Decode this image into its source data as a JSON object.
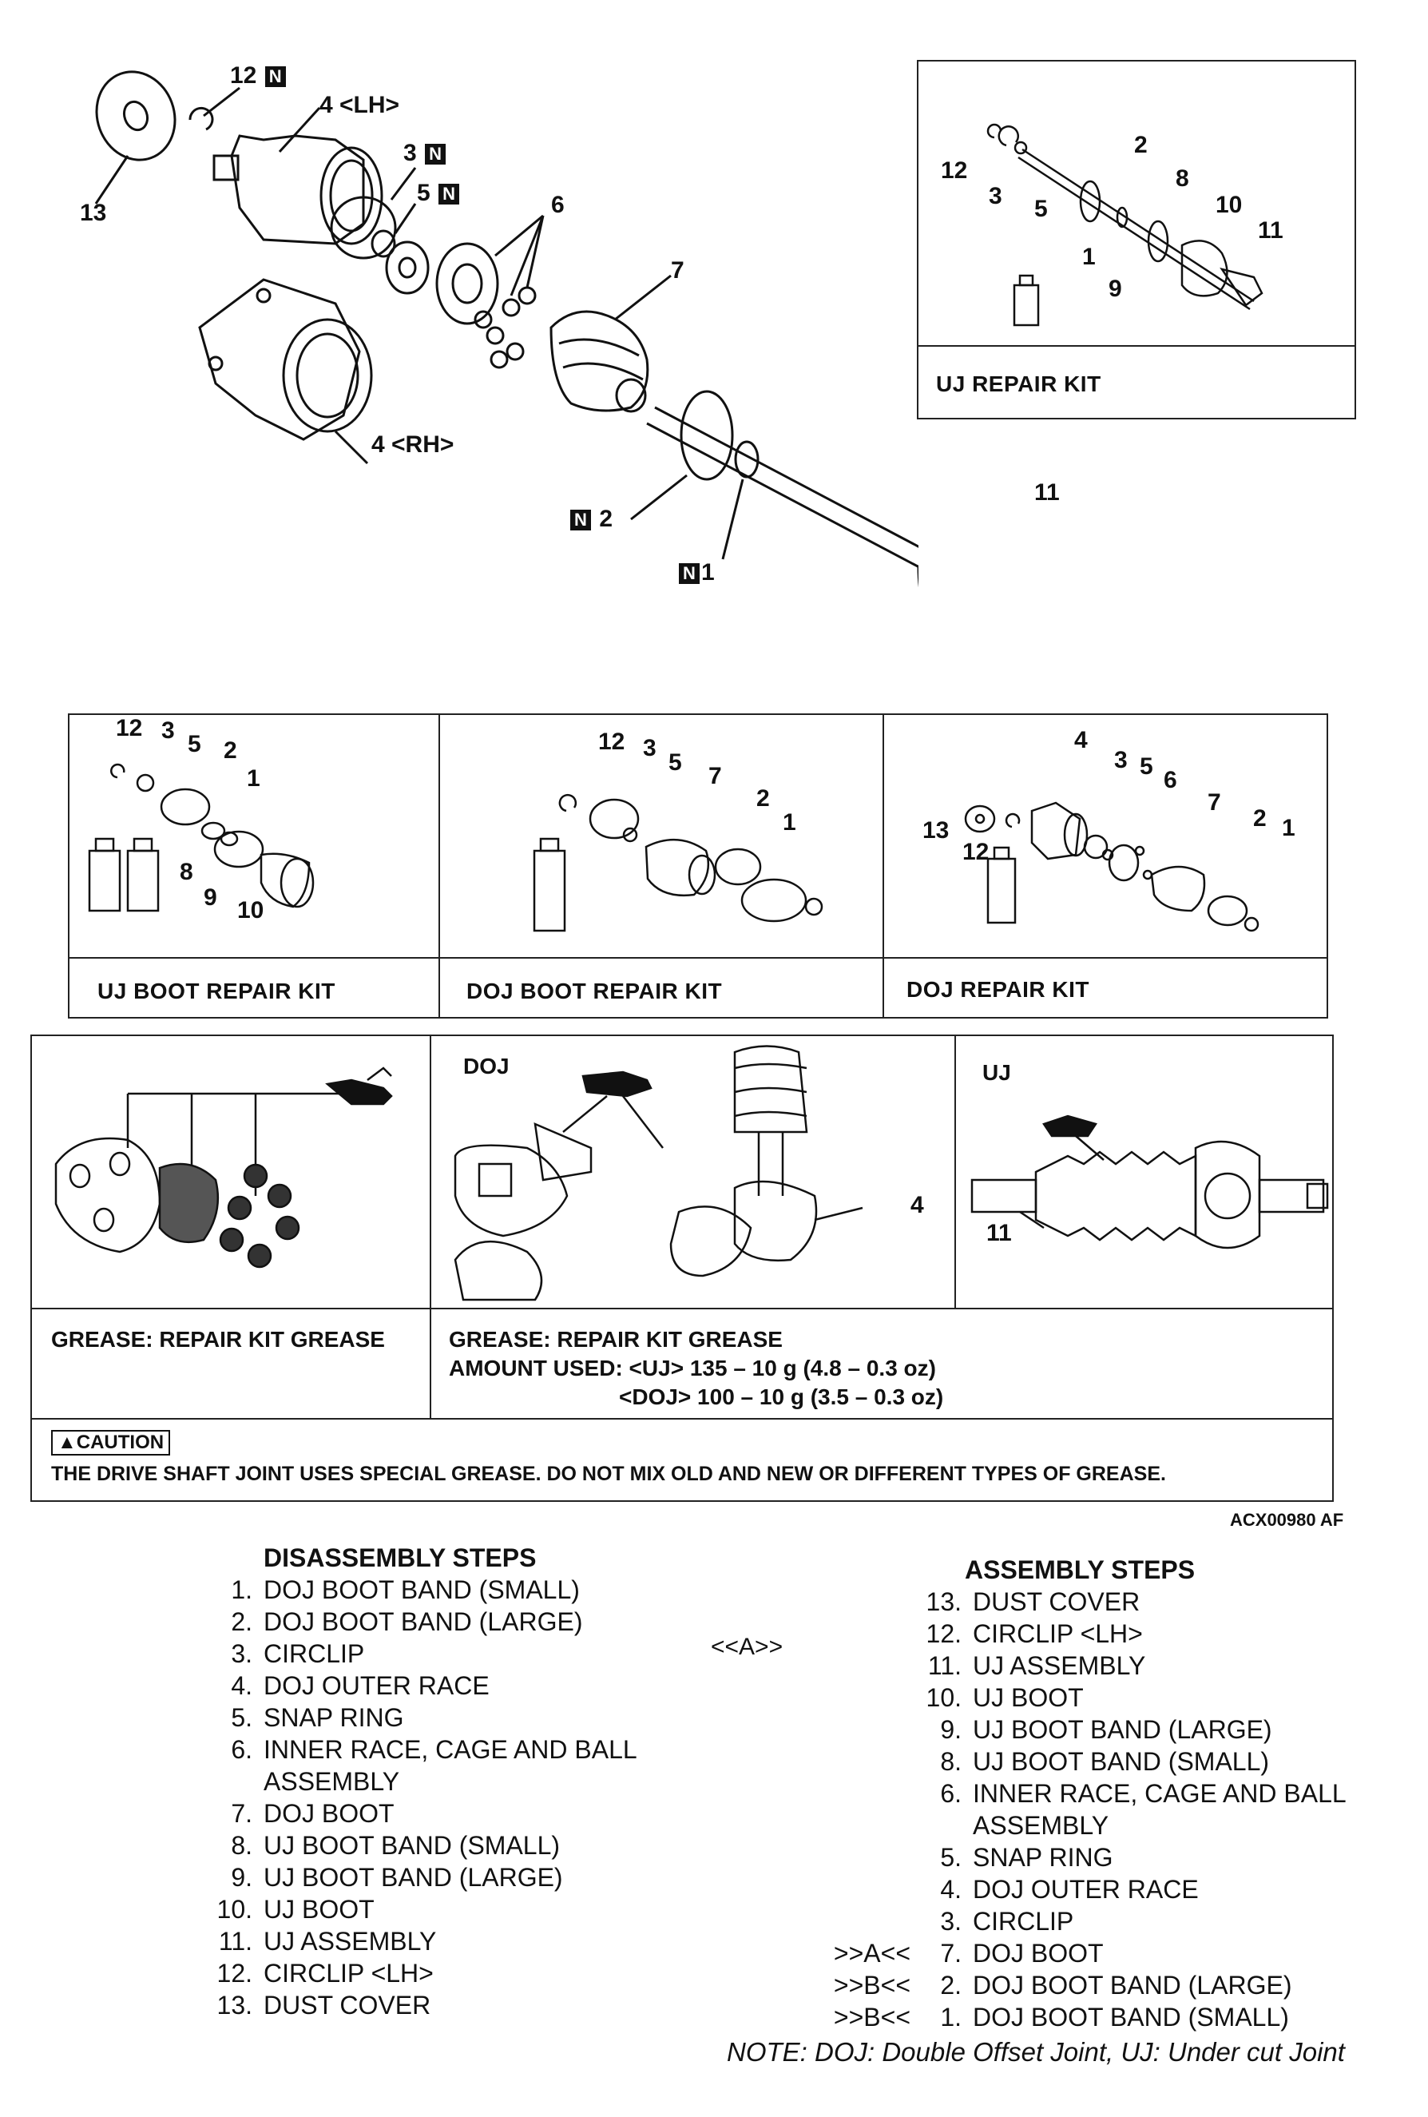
{
  "main_labels": {
    "l13": "13",
    "l12": "12",
    "l4lh": "4 <LH>",
    "l3": "3",
    "l5": "5",
    "l6": "6",
    "l7": "7",
    "l4rh": "4 <RH>",
    "l2": "2",
    "l1": "1",
    "l11": "11",
    "n_mark": "N"
  },
  "uj_kit": {
    "title": "UJ REPAIR KIT",
    "labels": [
      "12",
      "3",
      "5",
      "2",
      "8",
      "1",
      "10",
      "9",
      "11"
    ]
  },
  "kits": [
    {
      "title": "UJ BOOT REPAIR KIT",
      "labels": [
        "12",
        "3",
        "5",
        "2",
        "1",
        "8",
        "9",
        "10"
      ]
    },
    {
      "title": "DOJ BOOT REPAIR KIT",
      "labels": [
        "12",
        "3",
        "5",
        "7",
        "2",
        "1"
      ]
    },
    {
      "title": "DOJ REPAIR KIT",
      "labels": [
        "4",
        "3",
        "5",
        "6",
        "7",
        "2",
        "1",
        "13",
        "12"
      ]
    }
  ],
  "grease": {
    "doj_label": "DOJ",
    "uj_label": "UJ",
    "doj_part": "4",
    "uj_part": "11",
    "left_text": "GREASE: REPAIR KIT GREASE",
    "right_line1": "GREASE: REPAIR KIT GREASE",
    "right_line2": "AMOUNT USED: <UJ> 135 – 10 g (4.8 – 0.3 oz)",
    "right_line3": "<DOJ> 100 – 10 g (3.5 – 0.3 oz)",
    "caution_tag": "CAUTION",
    "caution_text": "THE DRIVE SHAFT JOINT USES SPECIAL GREASE. DO NOT MIX OLD AND NEW OR DIFFERENT TYPES OF GREASE."
  },
  "figure_code": "ACX00980 AF",
  "disassembly": {
    "title": "DISASSEMBLY STEPS",
    "marker": "<<A>>",
    "steps": [
      {
        "n": "1.",
        "t": "DOJ BOOT BAND (SMALL)"
      },
      {
        "n": "2.",
        "t": "DOJ BOOT BAND (LARGE)"
      },
      {
        "n": "3.",
        "t": "CIRCLIP"
      },
      {
        "n": "4.",
        "t": "DOJ OUTER RACE"
      },
      {
        "n": "5.",
        "t": "SNAP RING"
      },
      {
        "n": "6.",
        "t": "INNER RACE, CAGE AND BALL"
      },
      {
        "n": "",
        "t": "ASSEMBLY"
      },
      {
        "n": "7.",
        "t": "DOJ BOOT"
      },
      {
        "n": "8.",
        "t": "UJ BOOT BAND (SMALL)"
      },
      {
        "n": "9.",
        "t": "UJ BOOT BAND (LARGE)"
      },
      {
        "n": "10.",
        "t": "UJ BOOT"
      },
      {
        "n": "11.",
        "t": "UJ ASSEMBLY"
      },
      {
        "n": "12.",
        "t": "CIRCLIP <LH>"
      },
      {
        "n": "13.",
        "t": "DUST COVER"
      }
    ]
  },
  "assembly": {
    "title": "ASSEMBLY STEPS",
    "steps": [
      {
        "m": "",
        "n": "13.",
        "t": "DUST COVER"
      },
      {
        "m": "",
        "n": "12.",
        "t": "CIRCLIP <LH>"
      },
      {
        "m": "",
        "n": "11.",
        "t": "UJ ASSEMBLY"
      },
      {
        "m": "",
        "n": "10.",
        "t": "UJ BOOT"
      },
      {
        "m": "",
        "n": "9.",
        "t": "UJ BOOT BAND (LARGE)"
      },
      {
        "m": "",
        "n": "8.",
        "t": "UJ BOOT BAND (SMALL)"
      },
      {
        "m": "",
        "n": "6.",
        "t": "INNER RACE, CAGE AND BALL"
      },
      {
        "m": "",
        "n": "",
        "t": "ASSEMBLY"
      },
      {
        "m": "",
        "n": "5.",
        "t": "SNAP RING"
      },
      {
        "m": "",
        "n": "4.",
        "t": "DOJ OUTER RACE"
      },
      {
        "m": "",
        "n": "3.",
        "t": "CIRCLIP"
      },
      {
        "m": ">>A<<",
        "n": "7.",
        "t": "DOJ BOOT"
      },
      {
        "m": ">>B<<",
        "n": "2.",
        "t": "DOJ BOOT BAND (LARGE)"
      },
      {
        "m": ">>B<<",
        "n": "1.",
        "t": "DOJ BOOT BAND (SMALL)"
      }
    ]
  },
  "note": "NOTE: DOJ: Double Offset Joint, UJ: Under cut Joint"
}
